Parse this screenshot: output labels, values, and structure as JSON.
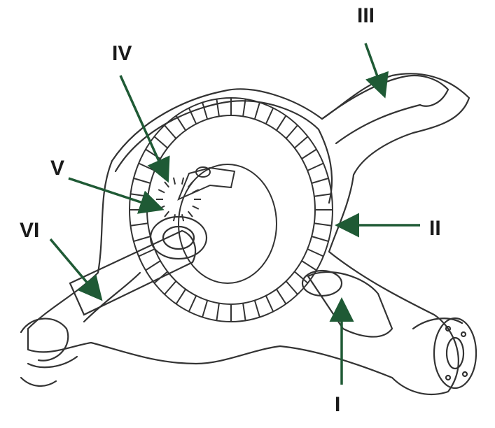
{
  "labels": {
    "I": "I",
    "II": "II",
    "III": "III",
    "IV": "IV",
    "V": "V",
    "VI": "VI"
  },
  "colors": {
    "arrow": "#1f5a35",
    "line": "#333333",
    "label": "#1a1a1a"
  }
}
